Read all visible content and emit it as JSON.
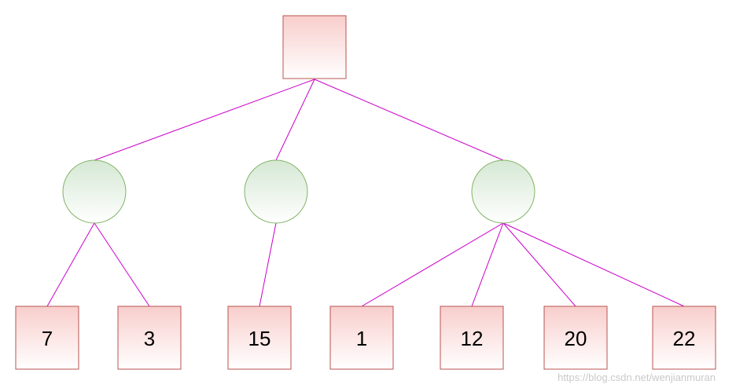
{
  "diagram": {
    "root": {
      "id": "root",
      "label": ""
    },
    "internal_nodes": [
      {
        "id": "c1",
        "label": ""
      },
      {
        "id": "c2",
        "label": ""
      },
      {
        "id": "c3",
        "label": ""
      }
    ],
    "leaves": [
      {
        "id": "l1",
        "label": "7",
        "parent": "c1"
      },
      {
        "id": "l2",
        "label": "3",
        "parent": "c1"
      },
      {
        "id": "l3",
        "label": "15",
        "parent": "c2"
      },
      {
        "id": "l4",
        "label": "1",
        "parent": "c3"
      },
      {
        "id": "l5",
        "label": "12",
        "parent": "c3"
      },
      {
        "id": "l6",
        "label": "20",
        "parent": "c3"
      },
      {
        "id": "l7",
        "label": "22",
        "parent": "c3"
      }
    ],
    "colors": {
      "square_fill_top": "#f8cecc",
      "square_fill_bottom": "#ffffff",
      "square_stroke": "#b85450",
      "circle_fill_top": "#d5e8d4",
      "circle_fill_bottom": "#ffffff",
      "circle_stroke": "#82b366",
      "edge": "#cc00cc"
    }
  },
  "watermark": "https://blog.csdn.net/wenjianmuran"
}
